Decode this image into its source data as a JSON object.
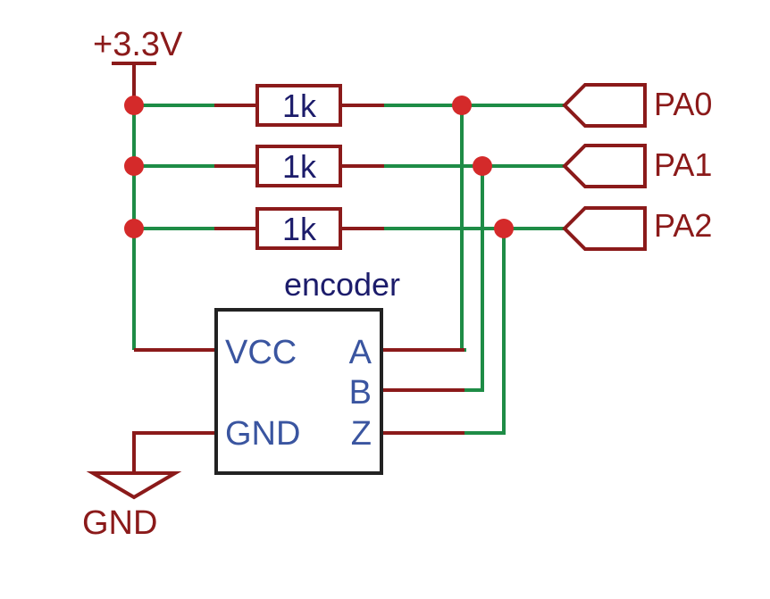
{
  "power": {
    "label": "+3.3V"
  },
  "ground": {
    "label": "GND"
  },
  "resistors": [
    {
      "value": "1k"
    },
    {
      "value": "1k"
    },
    {
      "value": "1k"
    }
  ],
  "ports": [
    {
      "label": "PA0"
    },
    {
      "label": "PA1"
    },
    {
      "label": "PA2"
    }
  ],
  "encoder": {
    "title": "encoder",
    "pins": {
      "vcc": "VCC",
      "gnd": "GND",
      "a": "A",
      "b": "B",
      "z": "Z"
    }
  },
  "colors": {
    "wire": "#1e8c46",
    "component": "#8b1a1a",
    "junction": "#d42a2a",
    "pin_text": "#3a55a0",
    "title_text": "#1c1c6b",
    "box": "#222222"
  }
}
